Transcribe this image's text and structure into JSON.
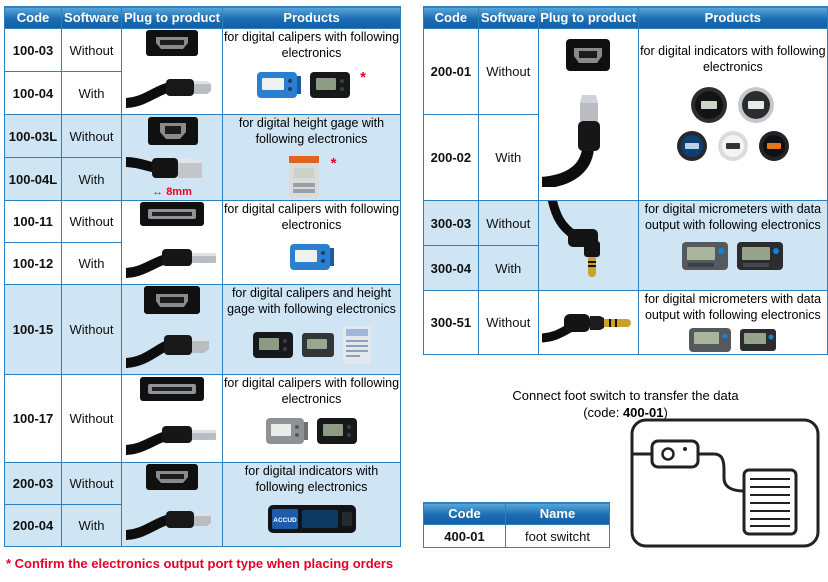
{
  "brand": "ACCUD",
  "asterisk": "*",
  "left_table": {
    "headers": [
      "Code",
      "Software",
      "Plug to product",
      "Products"
    ],
    "groups": [
      {
        "rows": [
          {
            "code": "100-03",
            "software": "Without"
          },
          {
            "code": "100-04",
            "software": "With"
          }
        ],
        "plug": "micro-usb-plug",
        "text": "for digital calipers with following electronics"
      },
      {
        "rows": [
          {
            "code": "100-03L",
            "software": "Without"
          },
          {
            "code": "100-04L",
            "software": "With"
          }
        ],
        "plug": "usb-b-plug",
        "plug_dimension": "8mm",
        "text": "for digital height gage with following electronics"
      },
      {
        "rows": [
          {
            "code": "100-11",
            "software": "Without"
          },
          {
            "code": "100-12",
            "software": "With"
          }
        ],
        "plug": "flat-data-plug",
        "text": "for digital calipers with following electronics"
      },
      {
        "rows": [
          {
            "code": "100-15",
            "software": "Without"
          }
        ],
        "plug": "mini-usb-plug",
        "text": "for digital calipers and height gage with following electronics"
      },
      {
        "rows": [
          {
            "code": "100-17",
            "software": "Without"
          }
        ],
        "plug": "flat-data-plug",
        "text": "for digital calipers with following electronics"
      },
      {
        "rows": [
          {
            "code": "200-03",
            "software": "Without"
          },
          {
            "code": "200-04",
            "software": "With"
          }
        ],
        "plug": "micro-usb-plug",
        "text": "for digital indicators with following electronics"
      }
    ],
    "footnote": "* Confirm the electronics output port type when placing orders"
  },
  "right_table": {
    "headers": [
      "Code",
      "Software",
      "Plug to product",
      "Products"
    ],
    "groups": [
      {
        "rows": [
          {
            "code": "200-01",
            "software": "Without"
          },
          {
            "code": "200-02",
            "software": "With"
          }
        ],
        "plug": "mini-usb-plug",
        "text": "for digital indicators with following electronics"
      },
      {
        "rows": [
          {
            "code": "300-03",
            "software": "Without"
          },
          {
            "code": "300-04",
            "software": "With"
          }
        ],
        "plug": "right-angle-jack-plug",
        "text": "for digital micrometers with data output with following electronics"
      },
      {
        "rows": [
          {
            "code": "300-51",
            "software": "Without"
          }
        ],
        "plug": "straight-jack-plug",
        "text": "for digital micrometers with data output with following electronics"
      }
    ]
  },
  "foot_switch": {
    "line1": "Connect foot switch to transfer the data",
    "code_prefix": "(code: ",
    "code": "400-01",
    "code_suffix": ")"
  },
  "mini_table": {
    "headers": [
      "Code",
      "Name"
    ],
    "rows": [
      {
        "code": "400-01",
        "name": "foot switcht"
      }
    ]
  },
  "colors": {
    "header_blue": "#1668ad",
    "row_blue": "#cfe5f4",
    "border_blue": "#2e7fbe",
    "accent_red": "#e60026"
  }
}
